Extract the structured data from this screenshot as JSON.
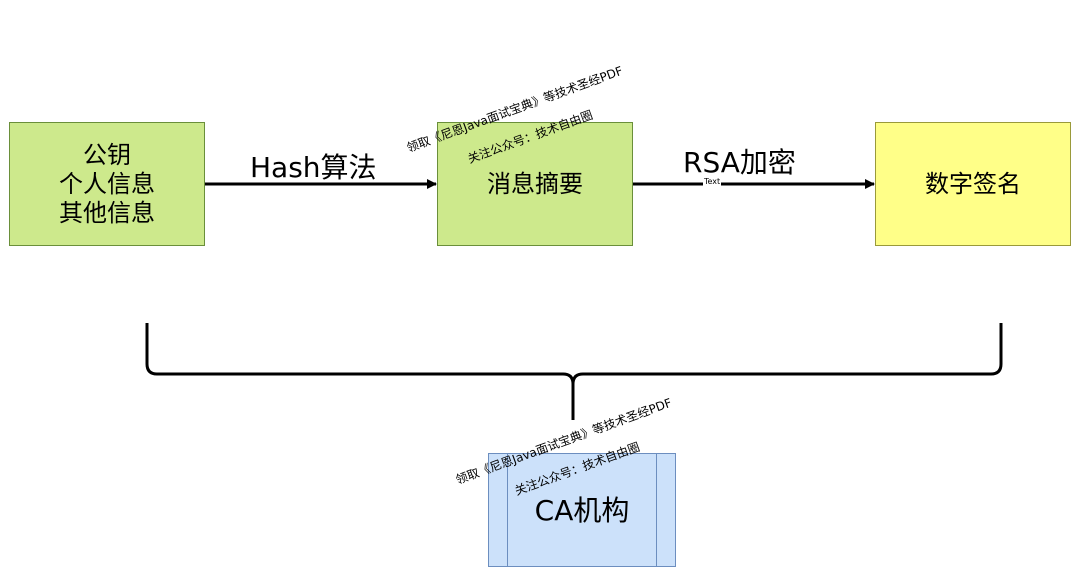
{
  "nodes": {
    "public_key_box": {
      "lines": [
        "公钥",
        "个人信息",
        "其他信息"
      ]
    },
    "digest_box": {
      "label": "消息摘要"
    },
    "signature_box": {
      "label": "数字签名"
    },
    "ca_box": {
      "label": "CA机构"
    }
  },
  "edges": {
    "hash_label": "Hash算法",
    "rsa_label": "RSA加密",
    "rsa_tiny_label": "Text"
  },
  "watermarks": {
    "line1": "领取《尼恩Java面试宝典》等技术圣经PDF",
    "line2": "关注公众号：技术自由圈"
  },
  "colors": {
    "green": "#cde98c",
    "yellow": "#ffff88",
    "blue": "#cce1fa"
  }
}
